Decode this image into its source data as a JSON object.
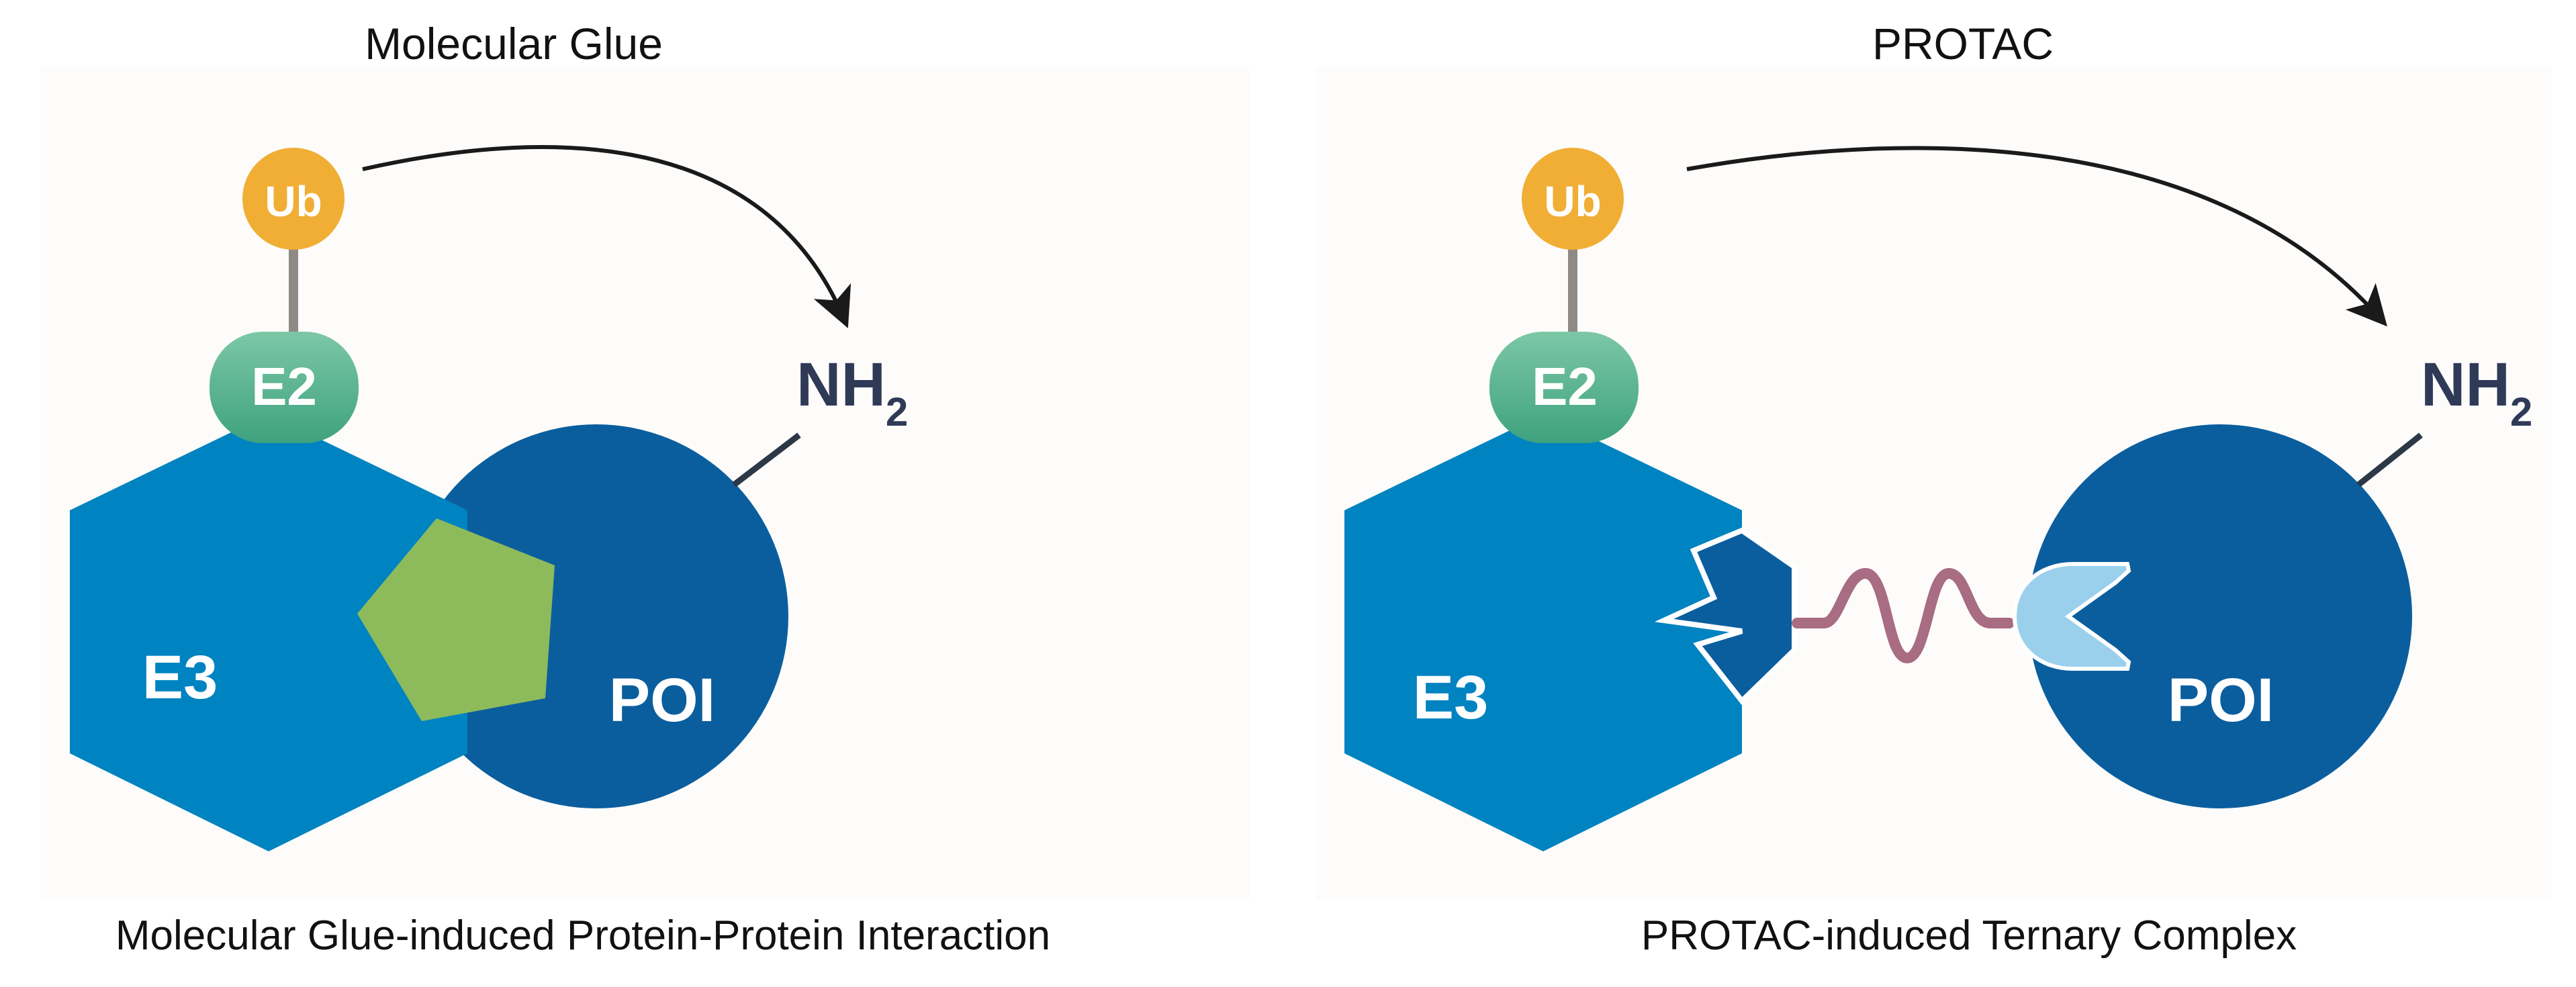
{
  "panels": {
    "left": {
      "title": "Molecular Glue",
      "caption": "Molecular Glue-induced Protein-Protein Interaction",
      "labels": {
        "ub": "Ub",
        "e2": "E2",
        "e3": "E3",
        "poi": "POI",
        "nh": "NH",
        "sub2": "2"
      }
    },
    "right": {
      "title": "PROTAC",
      "caption": "PROTAC-induced Ternary Complex",
      "labels": {
        "ub": "Ub",
        "e2": "E2",
        "e3": "E3",
        "poi": "POI",
        "nh": "NH",
        "sub2": "2"
      }
    }
  },
  "colors": {
    "panel_background": "#fdfcfa",
    "e3": "#0083c1",
    "poi": "#0b5e9e",
    "e2": "#52b08e",
    "ub": "#f1ae35",
    "glue": "#8dbb5c",
    "protac_warhead_e3": "#0b5e9e",
    "protac_linker": "#a86c83",
    "protac_warhead_poi": "#9bd0ec",
    "connector_gray": "#8f8a85",
    "connector_dark": "#2d3847",
    "arrow": "#1a1a1a"
  }
}
